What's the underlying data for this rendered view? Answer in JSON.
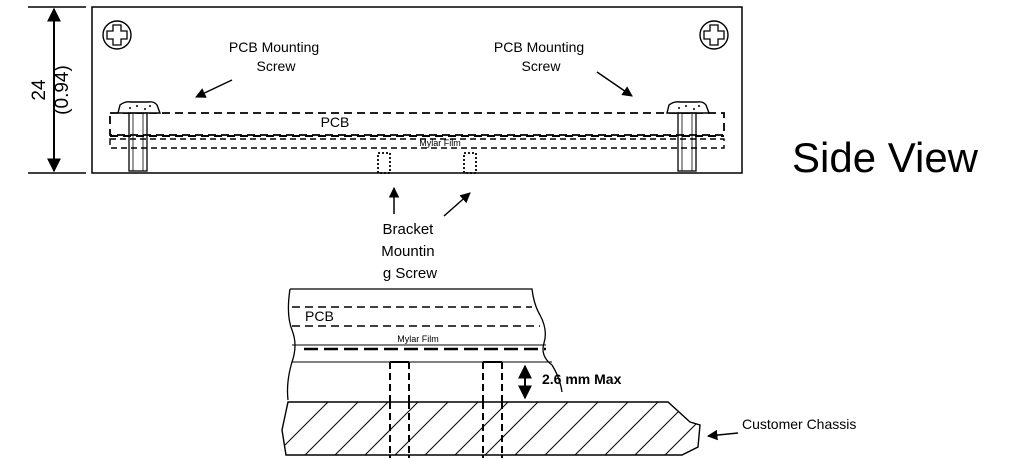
{
  "dimension": {
    "value": "24",
    "inches": "(0.94)"
  },
  "labels": {
    "pcb_mounting_screw_left": [
      "PCB Mounting",
      "Screw"
    ],
    "pcb_mounting_screw_right": [
      "PCB Mounting",
      "Screw"
    ],
    "pcb_top": "PCB",
    "mylar_top": "Mylar Film",
    "side_view": "Side View",
    "bracket_mounting_screw": [
      "Bracket",
      "Mountin",
      "g Screw"
    ],
    "pcb_detail": "PCB",
    "mylar_detail": "Mylar Film",
    "gap": "2.6 mm Max",
    "customer_chassis": "Customer Chassis"
  },
  "icons": [
    "screw-head-icon",
    "phillips-screw-icon",
    "arrow-icon"
  ]
}
